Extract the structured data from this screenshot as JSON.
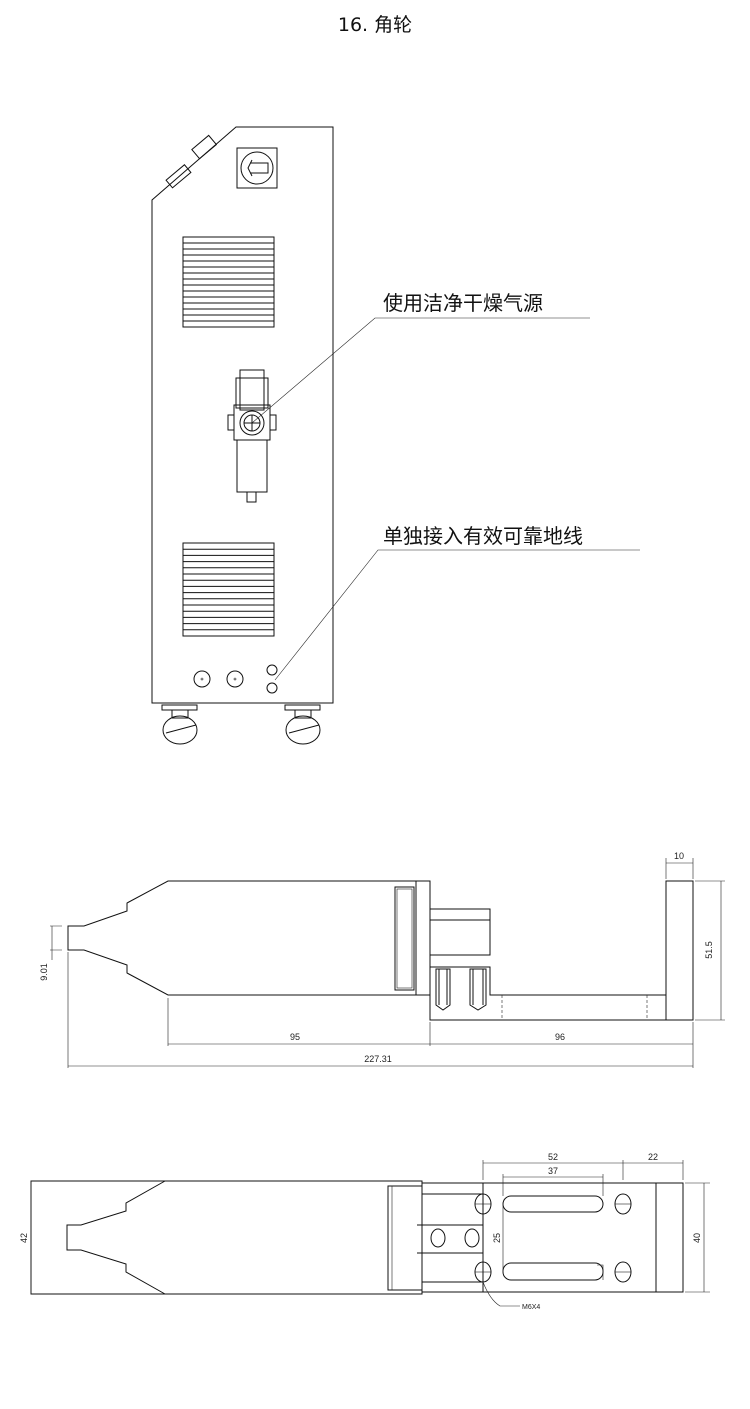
{
  "title": "16. 角轮",
  "cabinet": {
    "callouts": [
      "使用洁净干燥气源",
      "单独接入有效可靠地线"
    ]
  },
  "side_view": {
    "dimensions": {
      "tip_height": "9.01",
      "body_length": "95",
      "base_length": "96",
      "overall_length": "227.31",
      "bar_width": "10",
      "height": "51.5"
    }
  },
  "top_view": {
    "dimensions": {
      "width_left": "42",
      "width_right": "40",
      "hole_spacing": "52",
      "slot_length": "37",
      "edge": "22",
      "hole_vertical": "25",
      "thread": "M6X4"
    }
  }
}
